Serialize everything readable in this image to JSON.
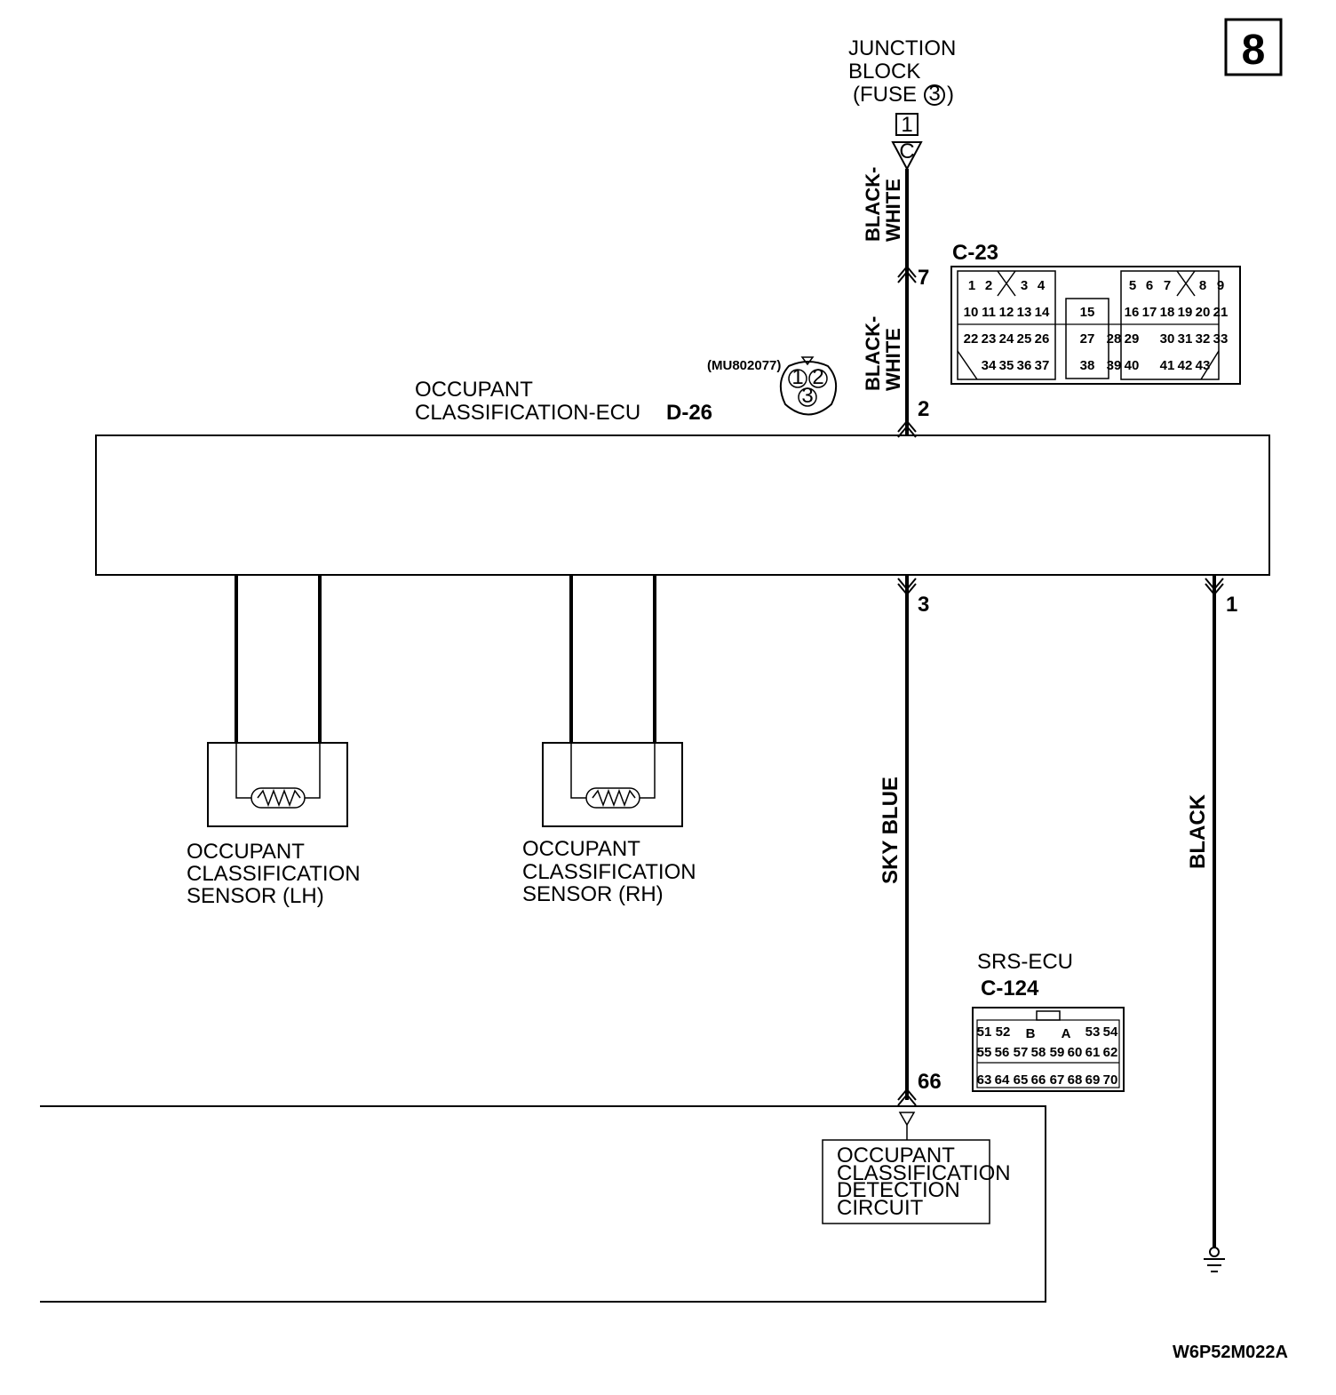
{
  "page_number": "8",
  "figure_code": "W6P52M022A",
  "junction_block": {
    "line1": "JUNCTION",
    "line2": "BLOCK",
    "fuse_prefix": "(FUSE",
    "fuse_number": "3",
    "fuse_suffix": ")",
    "terminal": "1",
    "connector_letter": "C"
  },
  "wires": {
    "upper_color": "BLACK-",
    "upper_color2": "WHITE",
    "lower_color": "BLACK-",
    "lower_color2": "WHITE",
    "pin_7": "7",
    "pin_2": "2",
    "pin_3": "3",
    "pin_1": "1",
    "pin_66": "66",
    "sky_blue": "SKY  BLUE",
    "black": "BLACK"
  },
  "ecu": {
    "line1": "OCCUPANT",
    "line2": "CLASSIFICATION-ECU",
    "connector": "D-26",
    "part_number": "(MU802077)",
    "mini_pins": [
      "1",
      "2",
      "3"
    ]
  },
  "c23": {
    "label": "C-23",
    "row1": [
      "1",
      "2",
      "3",
      "4",
      "5",
      "6",
      "7",
      "8",
      "9"
    ],
    "row2": [
      "10",
      "11",
      "12",
      "13",
      "14",
      "15",
      "16",
      "17",
      "18",
      "19",
      "20",
      "21"
    ],
    "row3": [
      "22",
      "23",
      "24",
      "25",
      "26",
      "27",
      "28",
      "29",
      "30",
      "31",
      "32",
      "33"
    ],
    "row4": [
      "34",
      "35",
      "36",
      "37",
      "38",
      "39",
      "40",
      "41",
      "42",
      "43"
    ]
  },
  "sensor_lh": {
    "line1": "OCCUPANT",
    "line2": "CLASSIFICATION",
    "line3": "SENSOR (LH)"
  },
  "sensor_rh": {
    "line1": "OCCUPANT",
    "line2": "CLASSIFICATION",
    "line3": "SENSOR (RH)"
  },
  "srs_ecu": {
    "label": "SRS-ECU",
    "connector": "C-124",
    "row1": [
      "51",
      "52",
      "B",
      "A",
      "53",
      "54"
    ],
    "row2": [
      "55",
      "56",
      "57",
      "58",
      "59",
      "60",
      "61",
      "62"
    ],
    "row3": [
      "63",
      "64",
      "65",
      "66",
      "67",
      "68",
      "69",
      "70"
    ]
  },
  "detection_circuit": {
    "line1": "OCCUPANT",
    "line2": "CLASSIFICATION",
    "line3": "DETECTION",
    "line4": "CIRCUIT"
  }
}
